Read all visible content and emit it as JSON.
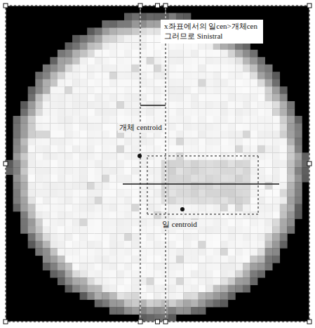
{
  "diagram": {
    "nodes": [
      {
        "text": [
          "x좌표에서의 일cen>개체cen 그러므로 Sinistral"
        ]
      }
    ],
    "labels": [
      "개체 centroid",
      "일 centroid"
    ]
  }
}
